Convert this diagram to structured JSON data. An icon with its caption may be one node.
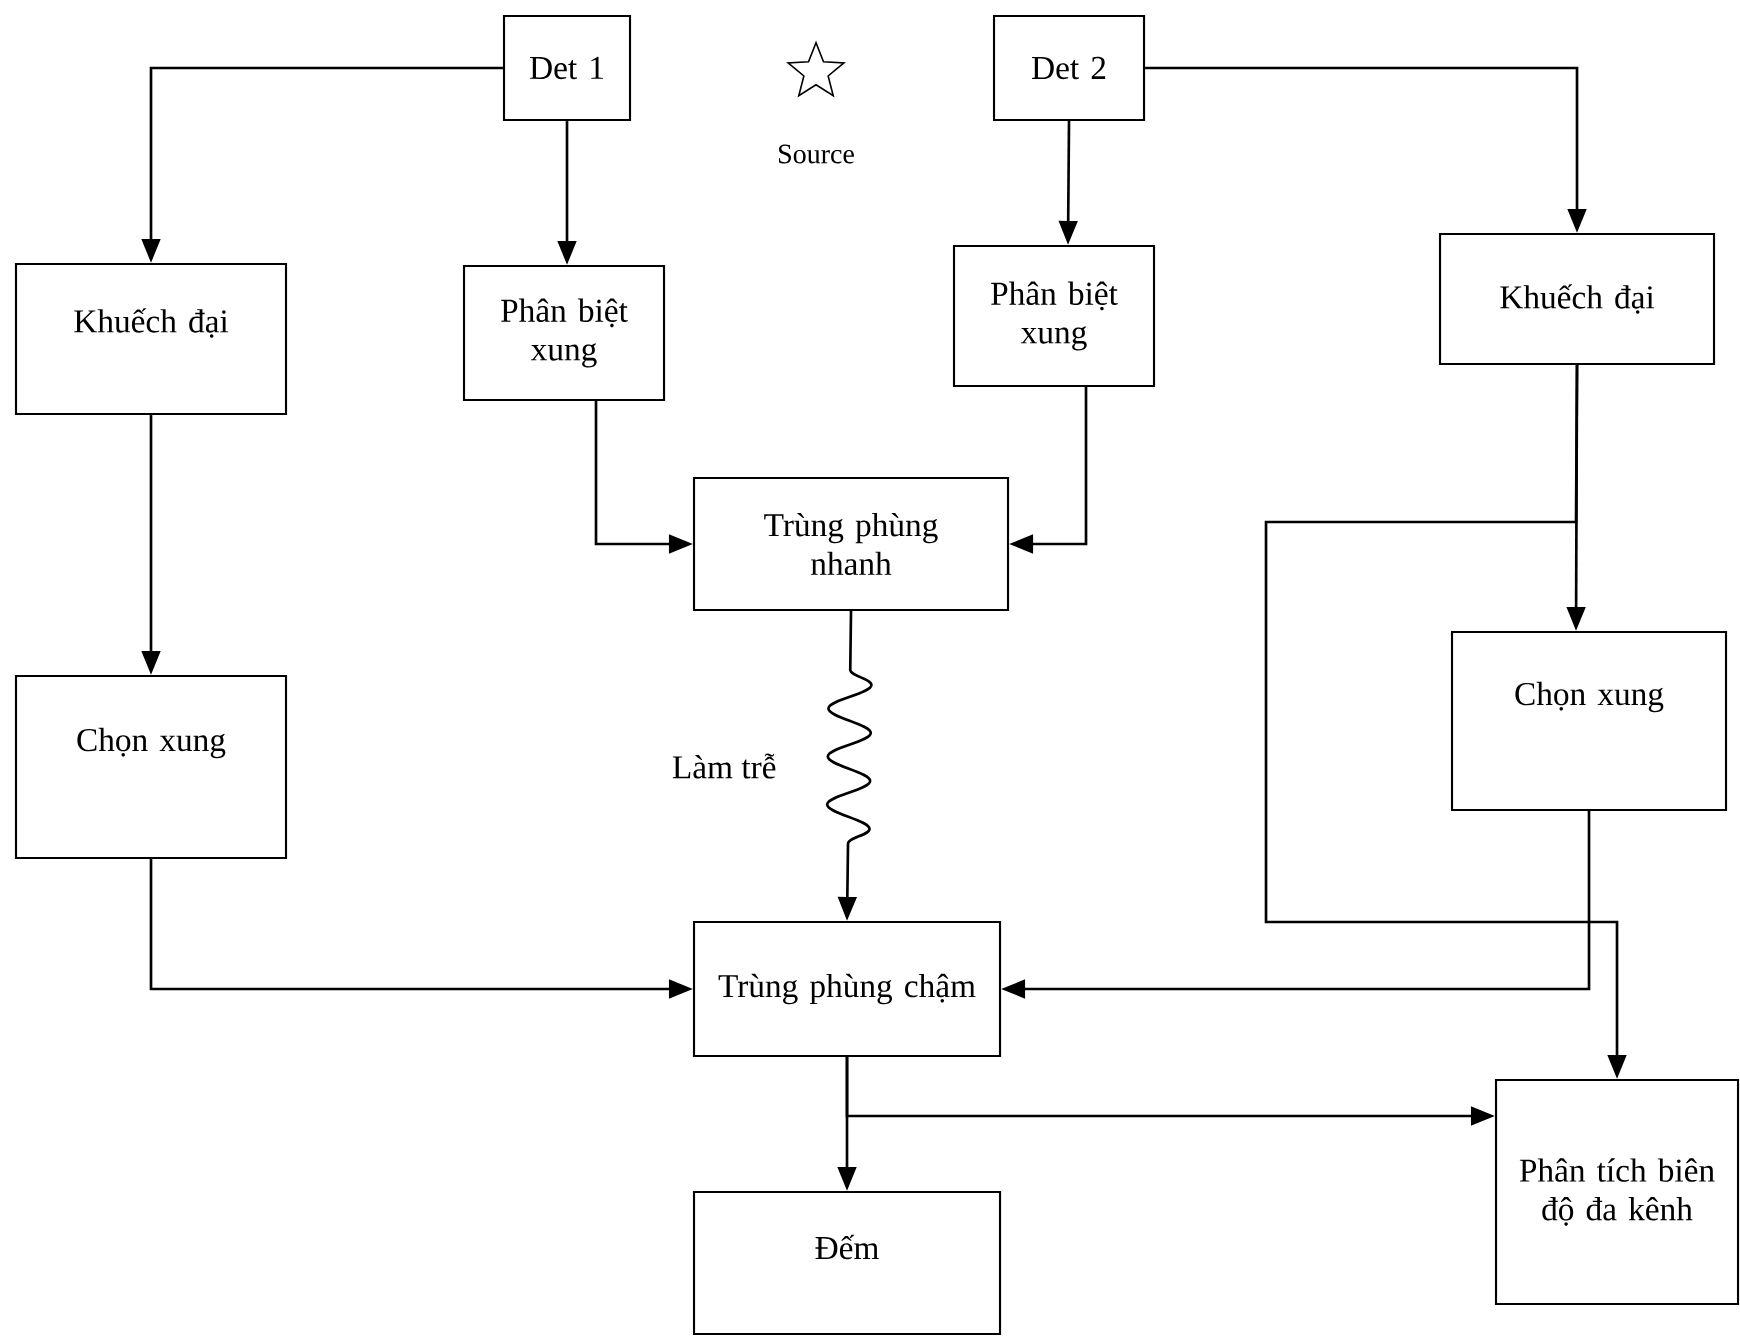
{
  "diagram": {
    "nodes": [
      {
        "text": [
          "Det 1"
        ]
      },
      {
        "text": [
          "Det 2"
        ]
      },
      {
        "text": [
          "Khuếch đại"
        ]
      },
      {
        "text": [
          "Phân biệt xung"
        ]
      },
      {
        "text": [
          "Phân biệt xung"
        ]
      },
      {
        "text": [
          "Khuếch đại"
        ]
      },
      {
        "text": [
          "Trùng phùng nhanh"
        ]
      },
      {
        "text": [
          "Chọn xung"
        ]
      },
      {
        "text": [
          "Chọn xung"
        ]
      },
      {
        "text": [
          "Trùng phùng chậm"
        ]
      },
      {
        "text": [
          "Phân tích biên độ đa kênh"
        ]
      },
      {
        "text": [
          "Đếm"
        ]
      }
    ],
    "edges": [
      {
        "from": 0,
        "to": 2,
        "arrow": "to"
      },
      {
        "from": 0,
        "to": 3,
        "arrow": "to"
      },
      {
        "from": 1,
        "to": 4,
        "arrow": "to"
      },
      {
        "from": 1,
        "to": 5,
        "arrow": "to"
      },
      {
        "from": 2,
        "to": 7,
        "arrow": "to"
      },
      {
        "from": 3,
        "to": 6,
        "arrow": "to"
      },
      {
        "from": 4,
        "to": 6,
        "arrow": "to"
      },
      {
        "from": 6,
        "to": 9,
        "arrow": "to",
        "label": "Làm trễ"
      },
      {
        "from": 7,
        "to": 9,
        "arrow": "to"
      },
      {
        "from": 5,
        "to": 8,
        "arrow": "to"
      },
      {
        "from": 8,
        "to": 9,
        "arrow": "to"
      },
      {
        "from": 5,
        "to": 10,
        "arrow": "to"
      },
      {
        "from": 9,
        "to": 11,
        "arrow": "to"
      },
      {
        "from": 9,
        "to": 10,
        "arrow": "to"
      }
    ],
    "labels": [
      "Source"
    ]
  }
}
